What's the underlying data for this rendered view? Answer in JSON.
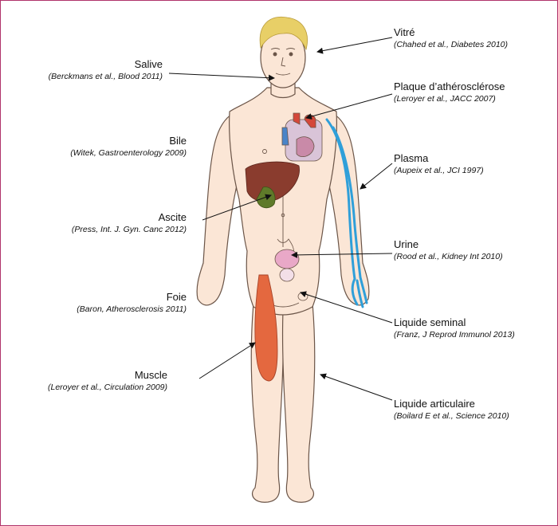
{
  "colors": {
    "frame": "#b0336a",
    "skin": "#fbe6d6",
    "skin_outline": "#6b5548",
    "hair": "#e8cf67",
    "liver": "#8a3c2e",
    "gallbladder": "#5f7a2a",
    "veins": "#2f9fd9",
    "muscle": "#e4683f",
    "bladder": "#e9a8c7",
    "heart_red": "#d4483a",
    "heart_blue": "#4a84c8"
  },
  "labels": {
    "vitre": {
      "name": "Vitré",
      "ref": "(Chahed et al., Diabetes 2010)"
    },
    "salive": {
      "name": "Salive",
      "ref": "(Berckmans et al., Blood 2011)"
    },
    "plaque": {
      "name": "Plaque d’athérosclérose",
      "ref": "(Leroyer et al., JACC 2007)"
    },
    "bile": {
      "name": "Bile",
      "ref": "(Witek, Gastroenterology 2009)"
    },
    "plasma": {
      "name": "Plasma",
      "ref": "(Aupeix et al., JCI 1997)"
    },
    "ascite": {
      "name": "Ascite",
      "ref": "(Press, Int. J. Gyn. Canc 2012)"
    },
    "urine": {
      "name": "Urine",
      "ref": "(Rood et al., Kidney Int 2010)"
    },
    "foie": {
      "name": "Foie",
      "ref": "(Baron, Atherosclerosis 2011)"
    },
    "liquide_seminal": {
      "name": "Liquide seminal",
      "ref": "(Franz, J Reprod Immunol 2013)"
    },
    "muscle": {
      "name": "Muscle",
      "ref": "(Leroyer et al., Circulation 2009)"
    },
    "liquide_articulaire": {
      "name": "Liquide articulaire",
      "ref": "(Boilard E et al., Science 2010)"
    }
  }
}
